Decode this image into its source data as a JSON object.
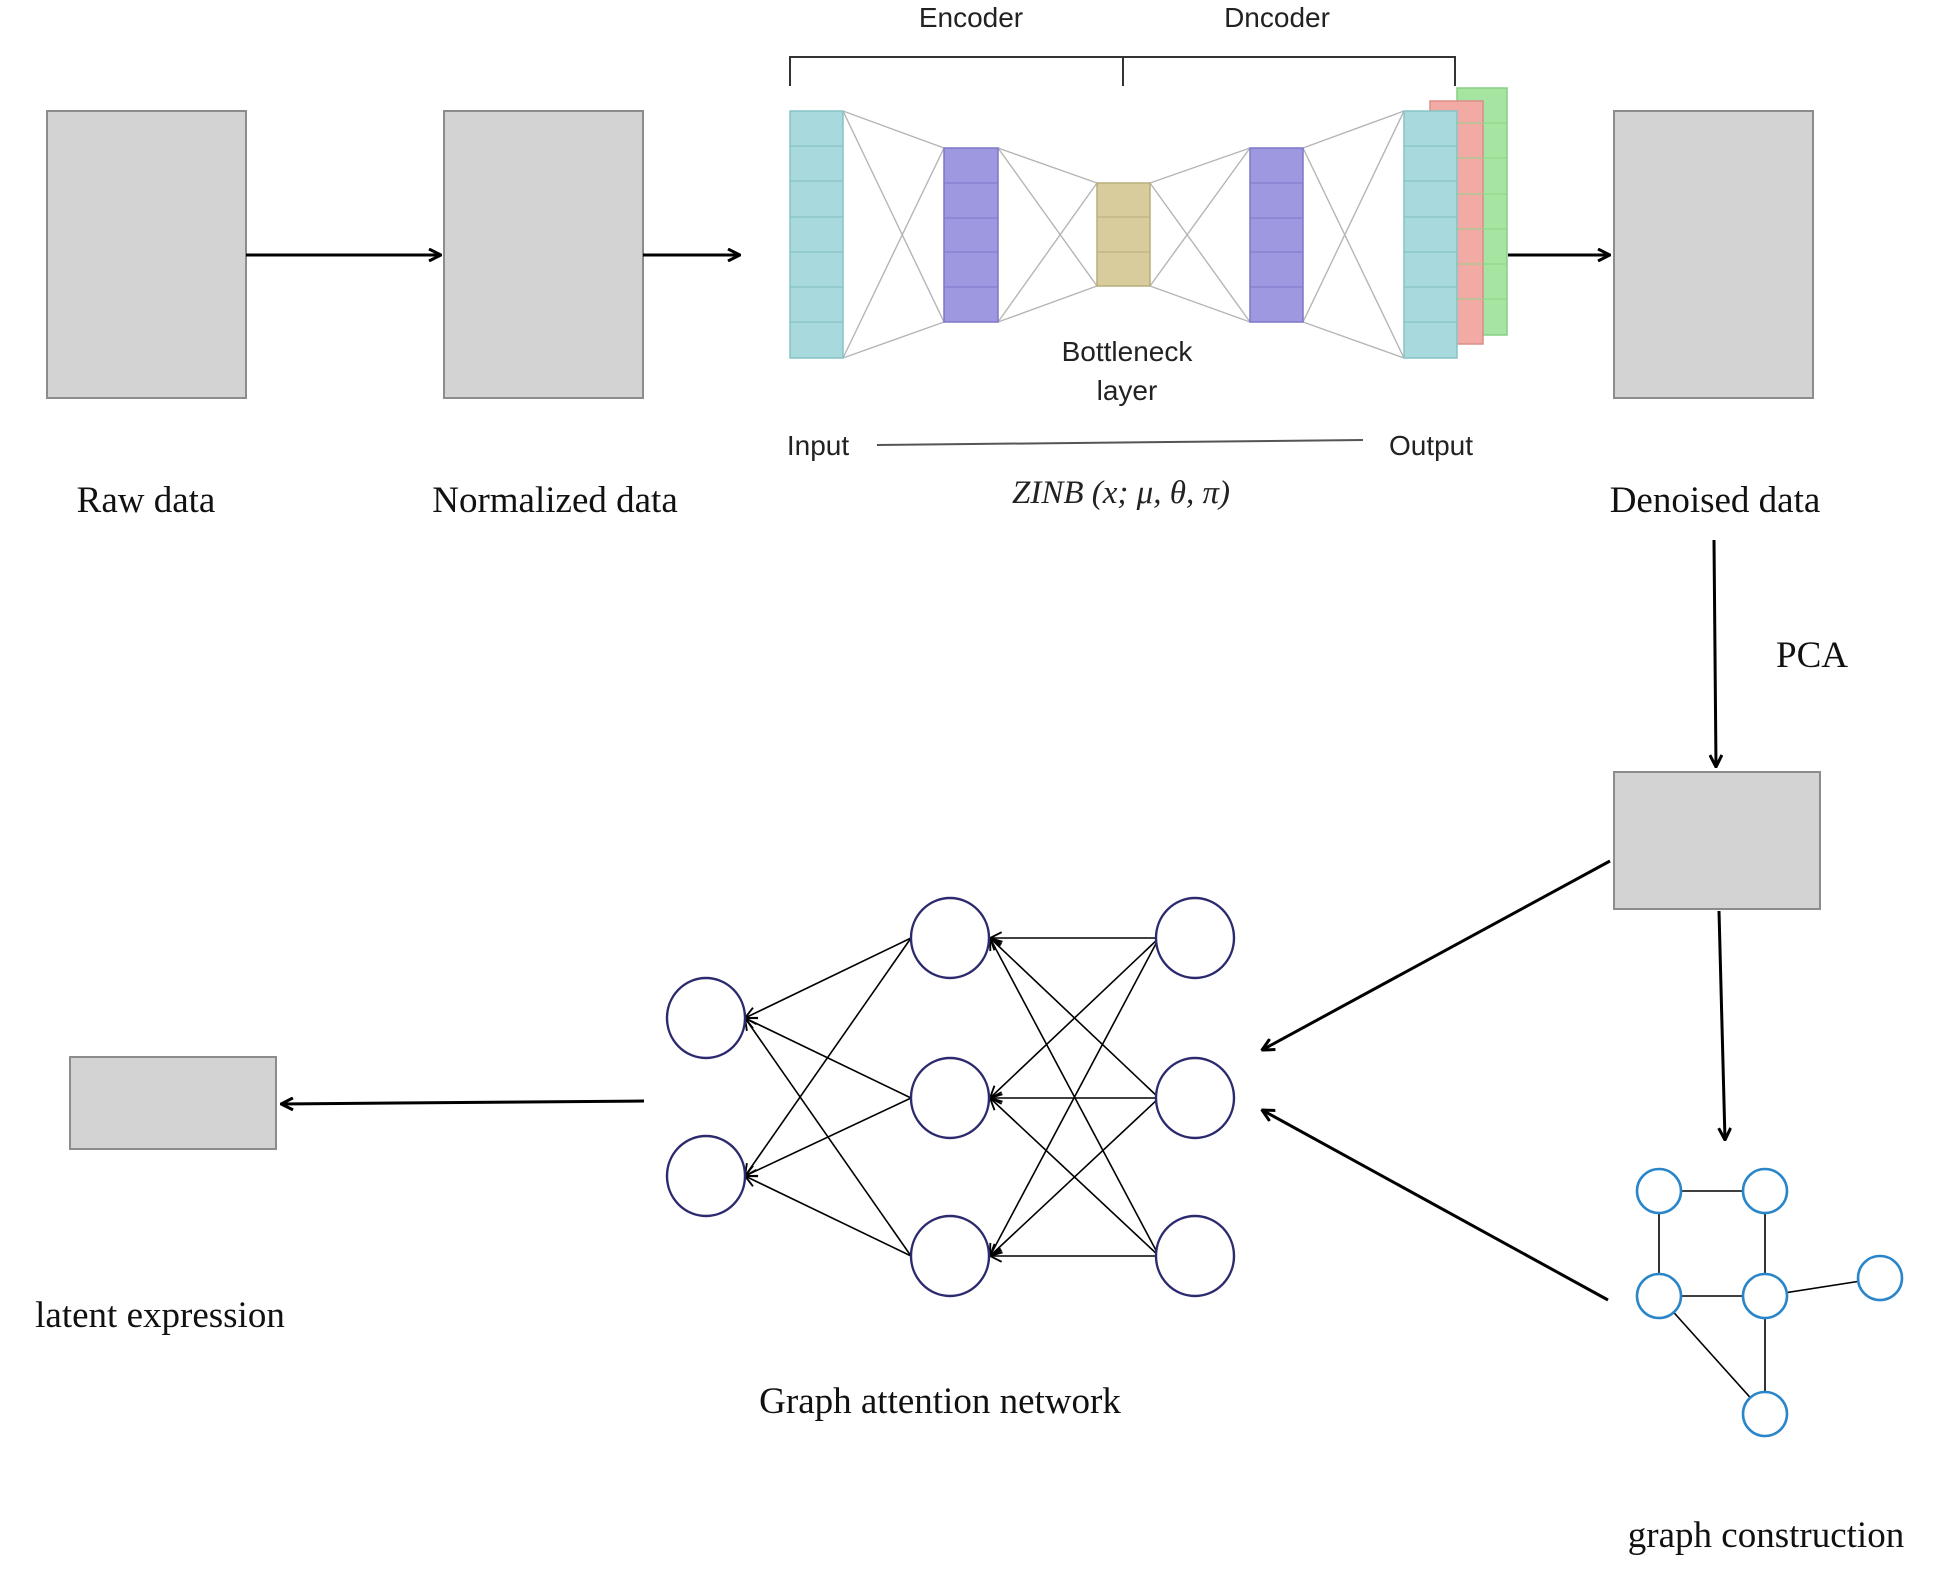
{
  "labels": {
    "raw": "Raw data",
    "normalized": "Normalized data",
    "denoised": "Denoised data",
    "encoder": "Encoder",
    "decoder": "Dncoder",
    "bottleneck_line1": "Bottleneck",
    "bottleneck_line2": "layer",
    "input": "Input",
    "output": "Output",
    "zinb": "ZINB (x; μ, θ, π)",
    "pca": "PCA",
    "gat": "Graph attention network",
    "latent": "latent expression",
    "graph_construction": "graph construction"
  },
  "colors": {
    "data_block_fill": "#d3d3d3",
    "data_block_stroke": "#8c8c8c",
    "input_layer": "#a8dadd",
    "hidden_layer": "#9d98e0",
    "bottleneck": "#d8cc9c",
    "output_pink": "#f2aaa4",
    "output_green": "#a6e4a2",
    "gat_node_stroke": "#2c2a6e",
    "graph_node_stroke": "#2a86c9",
    "arrow": "#000000",
    "connection": "#b5b5b5"
  }
}
